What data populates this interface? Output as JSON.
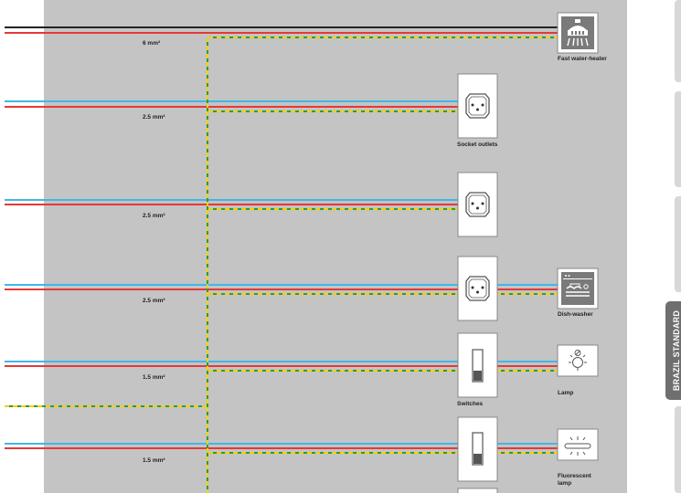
{
  "diagram": {
    "cable_sizes": {
      "heater": "6 mm²",
      "socket1": "2.5 mm²",
      "socket2": "2.5 mm²",
      "dishwasher": "2.5 mm²",
      "lamp": "1.5 mm²",
      "fluorescent": "1.5 mm²"
    },
    "labels": {
      "heater": "Fast water-heater",
      "sockets": "Socket outlets",
      "dishwasher": "Dish-washer",
      "switches": "Switches",
      "lamp": "Lamp",
      "fluorescent": "Fluorescent lamp"
    }
  },
  "side_tabs": {
    "active": "BRAZIL STANDARD"
  },
  "colors": {
    "panel": "#c4c4c5",
    "phase_black": "#222222",
    "phase_red": "#e53935",
    "neutral_blue": "#40b7e8",
    "earth_green": "#2e9a3e",
    "earth_yellow": "#f4d000",
    "icon_fill": "#7a7a7a",
    "active_tab": "#6f6f6f"
  },
  "icons": [
    "shower-icon",
    "socket-outlet-icon",
    "dishwasher-icon",
    "switch-icon",
    "lamp-icon",
    "fluorescent-lamp-icon"
  ]
}
